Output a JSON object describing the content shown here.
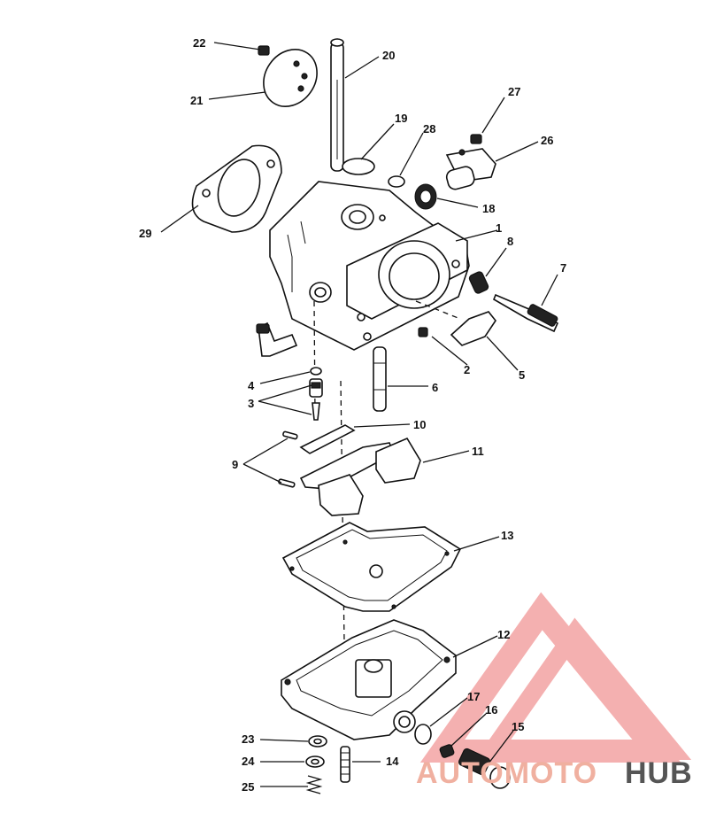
{
  "callouts": {
    "c1": "1",
    "c2": "2",
    "c3": "3",
    "c4": "4",
    "c5": "5",
    "c6": "6",
    "c7": "7",
    "c8": "8",
    "c9": "9",
    "c10": "10",
    "c11": "11",
    "c12": "12",
    "c13": "13",
    "c14": "14",
    "c15": "15",
    "c16": "16",
    "c17": "17",
    "c18": "18",
    "c19": "19",
    "c20": "20",
    "c21": "21",
    "c22": "22",
    "c23": "23",
    "c24": "24",
    "c25": "25",
    "c26": "26",
    "c27": "27",
    "c28": "28",
    "c29": "29"
  },
  "watermark": {
    "part1": "AUTOMOTO",
    "part2": "HUB",
    "color1": "#f0a0a0",
    "color2": "#c8a060",
    "color3": "#555555"
  }
}
